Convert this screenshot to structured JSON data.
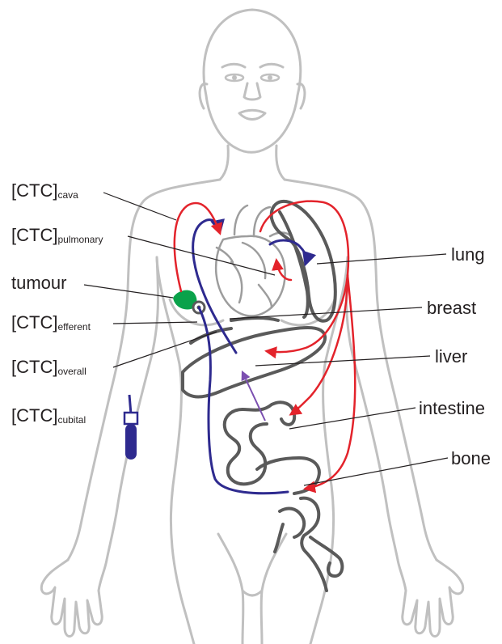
{
  "labels": {
    "ctc_cava": {
      "main": "[CTC]",
      "sub": "cava"
    },
    "ctc_pulmonary": {
      "main": "[CTC]",
      "sub": "pulmonary"
    },
    "tumour": "tumour",
    "ctc_efferent": {
      "main": "[CTC]",
      "sub": "efferent"
    },
    "ctc_overall": {
      "main": "[CTC]",
      "sub": "overall"
    },
    "ctc_cubital": {
      "main": "[CTC]",
      "sub": "cubital"
    },
    "lung": "lung",
    "breast": "breast",
    "liver": "liver",
    "intestine": "intestine",
    "bone": "bone"
  },
  "colors": {
    "body_outline": "#c0c0c0",
    "organ_outline": "#5a5a5a",
    "arterial_flow": "#e3232b",
    "venous_flow": "#2e2a8f",
    "portal_flow": "#7b4fb0",
    "tumour": "#0aa24a",
    "text": "#231f20"
  }
}
